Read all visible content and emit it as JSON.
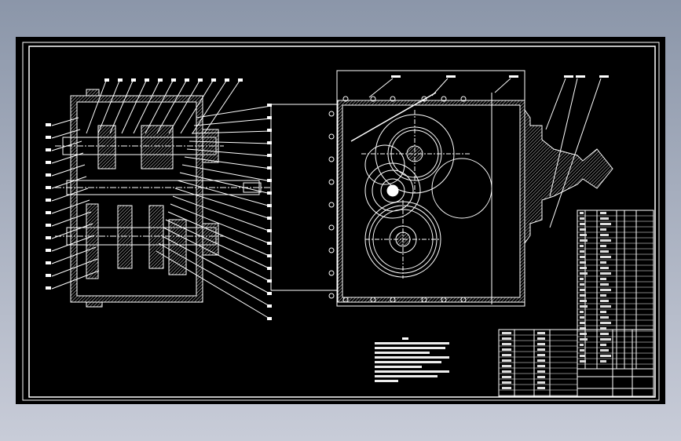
{
  "colors": {
    "background_top": "#8b96a9",
    "background_bottom": "#c8ccd8",
    "canvas": "#000000",
    "linework": "#ffffff",
    "hatch": "#bbbbbb"
  },
  "views": {
    "section_view": "gearbox-section",
    "front_view": "gearbox-front",
    "parts_list": "bill-of-materials",
    "title_block": "title-block",
    "technical_notes": "technical-requirements"
  }
}
